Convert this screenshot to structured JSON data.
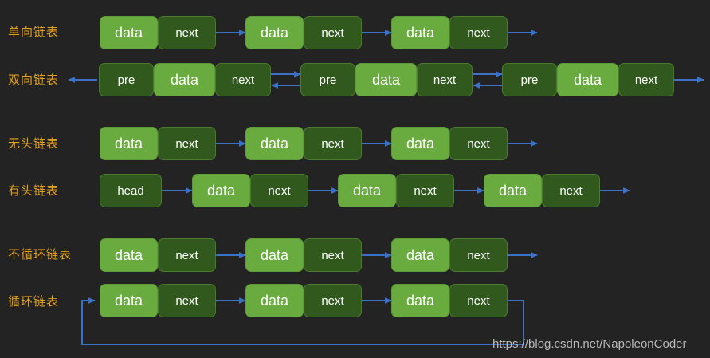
{
  "diagram": {
    "title": "Linked List Types Diagram",
    "background_color": "#232323",
    "label_color": "#e0a020",
    "arrow_color": "#3b72c8",
    "data_cell_color": "#6aab40",
    "pointer_cell_color": "#31591d",
    "cell_text_color": "#ffffff"
  },
  "rows": [
    {
      "label": "单向链表",
      "kind": "singly",
      "nodes": [
        {
          "cells": [
            "data",
            "next"
          ]
        },
        {
          "cells": [
            "data",
            "next"
          ]
        },
        {
          "cells": [
            "data",
            "next"
          ]
        }
      ]
    },
    {
      "label": "双向链表",
      "kind": "doubly",
      "nodes": [
        {
          "cells": [
            "pre",
            "data",
            "next"
          ]
        },
        {
          "cells": [
            "pre",
            "data",
            "next"
          ]
        },
        {
          "cells": [
            "pre",
            "data",
            "next"
          ]
        }
      ]
    },
    {
      "label": "无头链表",
      "kind": "singly",
      "nodes": [
        {
          "cells": [
            "data",
            "next"
          ]
        },
        {
          "cells": [
            "data",
            "next"
          ]
        },
        {
          "cells": [
            "data",
            "next"
          ]
        }
      ]
    },
    {
      "label": "有头链表",
      "kind": "headed",
      "head_cell": "head",
      "nodes": [
        {
          "cells": [
            "data",
            "next"
          ]
        },
        {
          "cells": [
            "data",
            "next"
          ]
        },
        {
          "cells": [
            "data",
            "next"
          ]
        }
      ]
    },
    {
      "label": "不循环链表",
      "kind": "singly",
      "nodes": [
        {
          "cells": [
            "data",
            "next"
          ]
        },
        {
          "cells": [
            "data",
            "next"
          ]
        },
        {
          "cells": [
            "data",
            "next"
          ]
        }
      ]
    },
    {
      "label": "循环链表",
      "kind": "circular",
      "nodes": [
        {
          "cells": [
            "data",
            "next"
          ]
        },
        {
          "cells": [
            "data",
            "next"
          ]
        },
        {
          "cells": [
            "data",
            "next"
          ]
        }
      ]
    }
  ],
  "watermark": {
    "text": "https://blog.csdn.net/NapoleonCoder"
  }
}
